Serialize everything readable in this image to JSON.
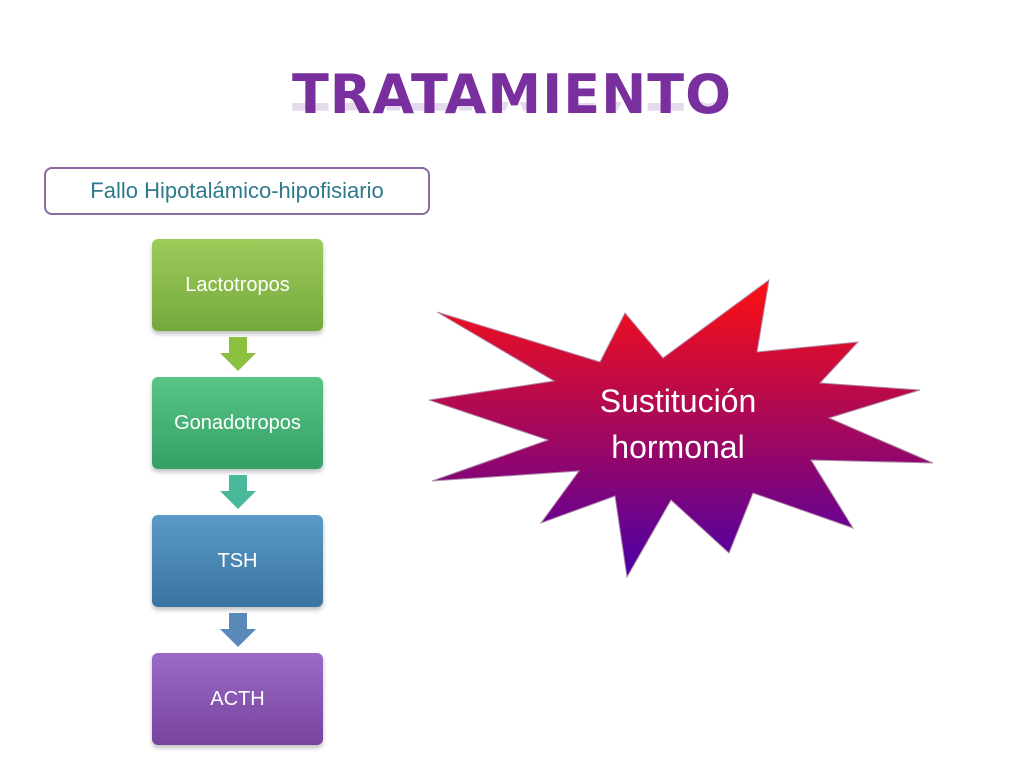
{
  "slide": {
    "title": "TRATAMIENTO",
    "condition_label": "Fallo Hipotalámico-hipofisiario",
    "sequence": [
      {
        "label": "Lactotropos",
        "color_top": "#9ccc5a",
        "color_bottom": "#76a83c"
      },
      {
        "label": "Gonadotropos",
        "color_top": "#58c486",
        "color_bottom": "#35a066"
      },
      {
        "label": "TSH",
        "color_top": "#5a9ac8",
        "color_bottom": "#3a74a0"
      },
      {
        "label": "ACTH",
        "color_top": "#9a6ac4",
        "color_bottom": "#77449e"
      }
    ],
    "arrow_colors": [
      "#8cc040",
      "#4ab89a",
      "#5a88b8"
    ],
    "treatment_line1": "Sustitución",
    "treatment_line2": "hormonal",
    "colors": {
      "title": "#7a2f9e",
      "burst_top": "#ff1010",
      "burst_bottom": "#4a00a8"
    }
  }
}
